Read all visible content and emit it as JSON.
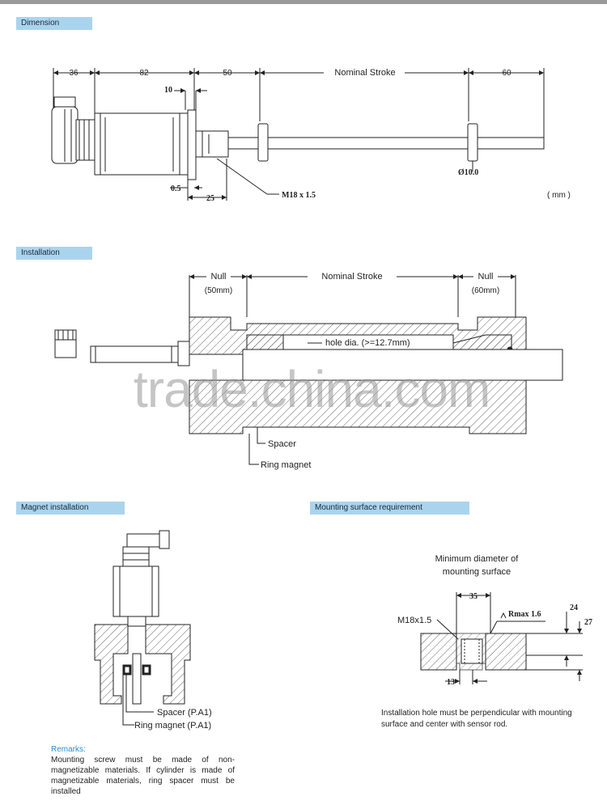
{
  "sections": {
    "dimension": "Dimension",
    "installation": "Installation",
    "magnet_installation": "Magnet installation",
    "mounting_surface": "Mounting surface requirement"
  },
  "dimension": {
    "d36": "36",
    "d82": "82",
    "d50": "50",
    "nominal_stroke": "Nominal Stroke",
    "d60": "60",
    "d10": "10",
    "d05": "0.5",
    "d25": "25",
    "thread": "M18 x 1.5",
    "rod_dia": "Ø10.0",
    "unit": "( mm )"
  },
  "installation": {
    "null_left": "Null",
    "null_left_val": "(50mm)",
    "nominal_stroke": "Nominal Stroke",
    "null_right": "Null",
    "null_right_val": "(60mm)",
    "hole": "hole dia. (>=12.7mm)",
    "spacer": "Spacer",
    "ring_magnet": "Ring magnet"
  },
  "magnet": {
    "spacer": "Spacer (P.A1)",
    "ring_magnet": "Ring magnet (P.A1)"
  },
  "mounting": {
    "title_line1": "Minimum diameter of",
    "title_line2": "mounting surface",
    "d35": "35",
    "thread": "M18x1.5",
    "rmax": "Rmax 1.6",
    "d24": "24",
    "d27": "27",
    "d13": "13"
  },
  "watermark": "trade.china.com",
  "remarks": {
    "title": "Remarks:",
    "body": "Mounting screw must be made of non-magnetizable materials. If cylinder is made of magnetizable materials, ring spacer must be installed"
  },
  "mounting_note": "Installation hole must be perpendicular with mounting surface and center with sensor rod."
}
